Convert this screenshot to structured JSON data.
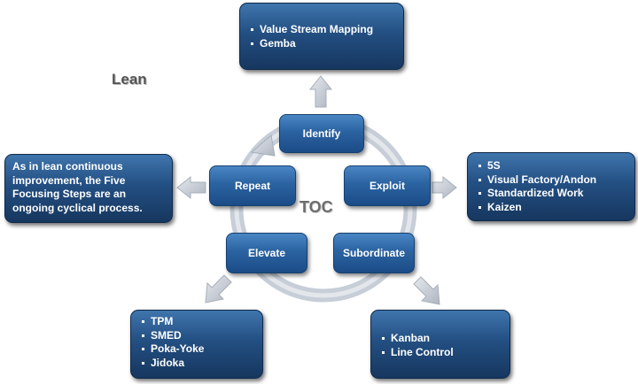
{
  "center": {
    "title": "TOC",
    "steps": {
      "identify": "Identify",
      "exploit": "Exploit",
      "subordinate": "Subordinate",
      "elevate": "Elevate",
      "repeat": "Repeat"
    }
  },
  "lean_label": "Lean",
  "boxes": {
    "top": [
      "Value  Stream Mapping",
      "Gemba"
    ],
    "right": [
      "5S",
      "Visual Factory/Andon",
      "Standardized  Work",
      "Kaizen"
    ],
    "bottom_right": [
      "Kanban",
      "Line Control"
    ],
    "bottom_left": [
      "TPM",
      "SMED",
      "Poka-Yoke",
      "Jidoka"
    ]
  },
  "note_lines": [
    "As in lean continuous",
    "improvement, the Five",
    "Focusing  Steps are an",
    "ongoing  cyclical process."
  ],
  "colors": {
    "box_dark": "#16375f",
    "box_light": "#3f75ad",
    "step_blue": "#2b63a1",
    "ring_gray": "#c7ced8",
    "arrow_gray": "#c4c9d1"
  }
}
